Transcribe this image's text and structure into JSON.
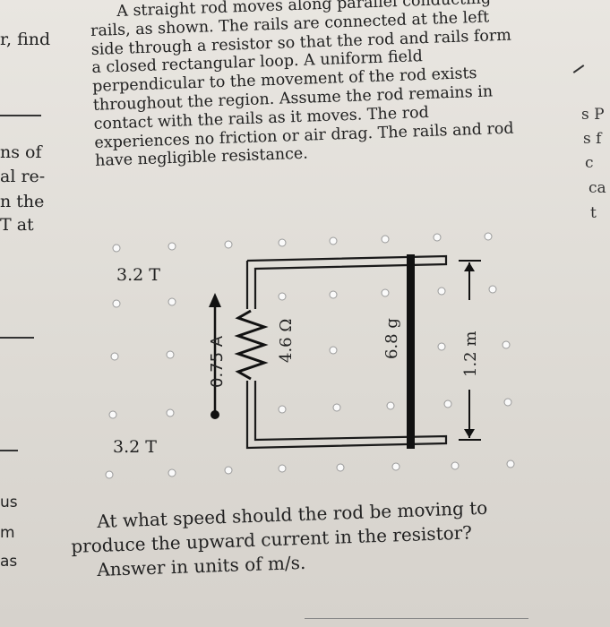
{
  "left_margin": {
    "lines": [
      {
        "id": "find",
        "text": "r, find"
      },
      {
        "id": "ns-of",
        "text": "ns of"
      },
      {
        "id": "al-re",
        "text": "al re-"
      },
      {
        "id": "the",
        "text": "n the"
      },
      {
        "id": "t-at",
        "text": "T at"
      },
      {
        "id": "us",
        "text": "us"
      },
      {
        "id": "m",
        "text": "m"
      },
      {
        "id": "as",
        "text": "as"
      }
    ]
  },
  "right_margin": {
    "lines": [
      {
        "id": "r1",
        "text": "s P"
      },
      {
        "id": "r2",
        "text": "s f"
      },
      {
        "id": "r3",
        "text": "c"
      },
      {
        "id": "r4",
        "text": "ca"
      },
      {
        "id": "r5",
        "text": "t"
      }
    ]
  },
  "problem": {
    "text": "A straight rod moves along parallel conducting rails, as shown. The rails are connected at the left side through a resistor so that the rod and rails form a closed rectangular loop. A uniform field perpendicular to the movement of the rod exists throughout the region. Assume the rod remains in contact with the rails as it moves. The rod experiences no friction or air drag. The rails and rod have negligible resistance."
  },
  "figure": {
    "field_top_label": "3.2 T",
    "field_bottom_label": "3.2 T",
    "current_label": "0.75 A",
    "resistance_label": "4.6 Ω",
    "mass_label": "6.8 g",
    "length_label": "1.2 m"
  },
  "question": {
    "line1": "At what speed should the rod be moving to",
    "line2": "produce the upward current in the resistor?",
    "line3": "Answer in units of m/s."
  }
}
